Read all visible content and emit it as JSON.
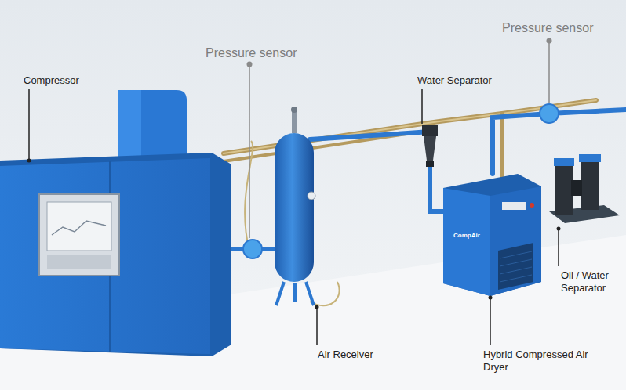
{
  "diagram": {
    "labels": [
      "Compressor",
      "Pressure sensor",
      "Water Separator",
      "Pressure sensor",
      "Oil / Water Separator",
      "Air Receiver",
      "Hybrid Compressed Air Dryer",
      "CompAir"
    ]
  }
}
